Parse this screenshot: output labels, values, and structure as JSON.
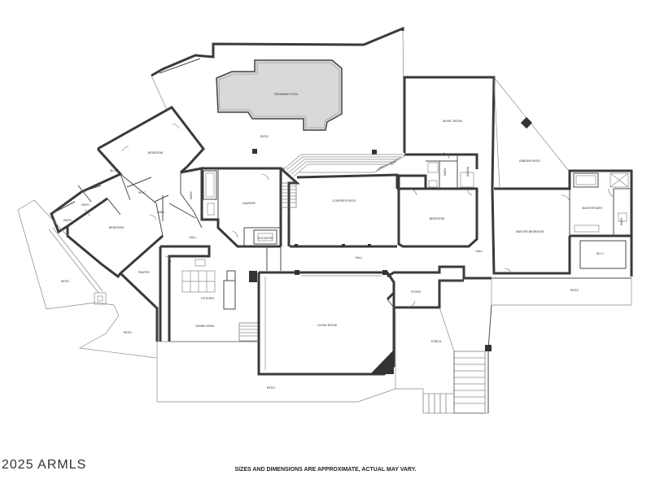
{
  "rooms": {
    "swimming_pool": "SWIMMING POOL",
    "patio_top": "PATIO",
    "music_room": "MUSIC ROOM",
    "sauna": "SAUNA",
    "garden_patio": "GARDEN PATIO",
    "bedroom_nw": "BEDROOM",
    "wic_nw": "W.I.C.",
    "wic_mid": "W.I.C.",
    "bath_upper": "BATH",
    "bath_lower": "BATH",
    "hall_w": "HALL",
    "bedroom_w": "BEDROOM",
    "bath_center": "BATH",
    "laundry": "LAUNDRY",
    "elevator": "ELEVATOR",
    "hall_mid": "HALL",
    "covered_patio": "COVERED PATIO",
    "bath_north": "BATH",
    "bedroom_center": "BEDROOM",
    "hall_east": "HALL",
    "master_bedroom": "MASTER BEDROOM",
    "master_bath": "MASTER BATH",
    "bath_far_east": "BATH",
    "wic_master": "W.I.C.",
    "patio_w": "PATIO",
    "patio_sw": "PATIO",
    "pantry": "PANTRY",
    "kitchen": "KITCHEN",
    "dining_area": "DINING AREA",
    "hall_south": "HALL",
    "foyer": "FOYER",
    "living_room": "LIVING ROOM",
    "porch": "PORCH",
    "patio_bottom": "PATIO",
    "patio_east": "PATIO"
  },
  "footer": {
    "copyright": "2025 ARMLS",
    "disclaimer": "SIZES AND DIMENSIONS ARE APPROXIMATE, ACTUAL MAY VARY."
  }
}
